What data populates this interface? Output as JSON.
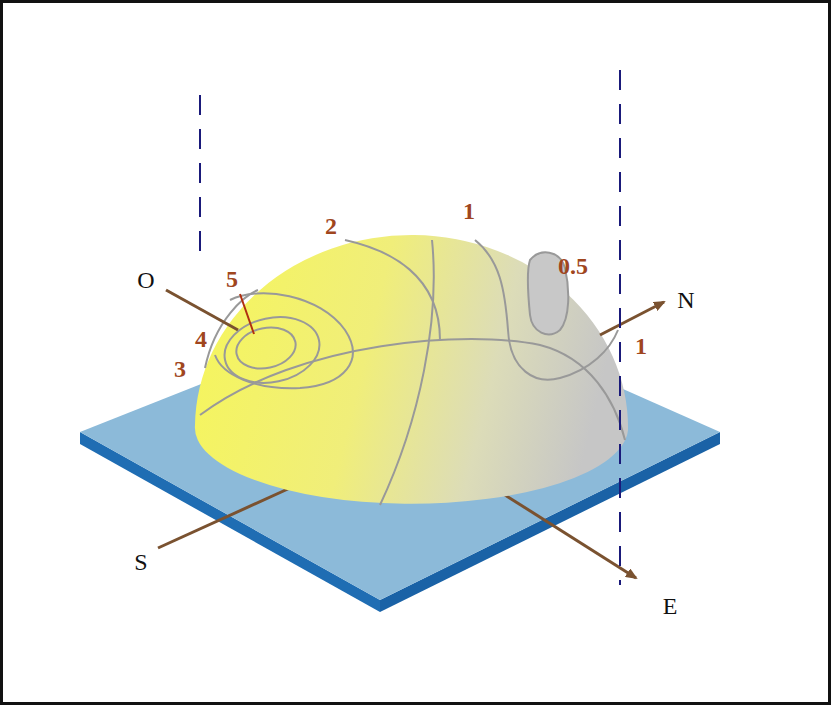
{
  "diagram": {
    "labels": [
      "2",
      "1",
      "0.5",
      "O",
      "5",
      "N",
      "4",
      "1",
      "3",
      "S",
      "E"
    ]
  }
}
